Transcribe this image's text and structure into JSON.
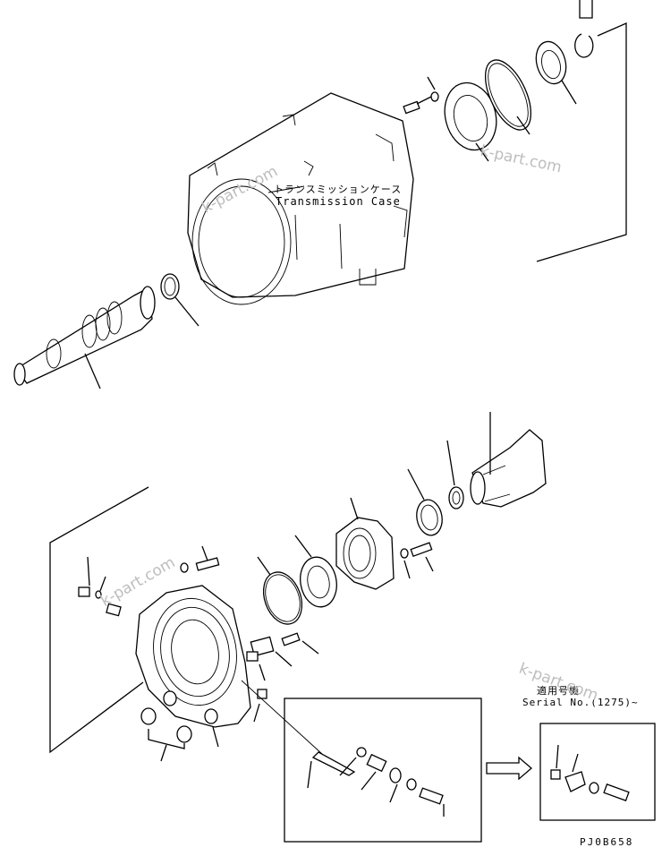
{
  "labels": {
    "transmission_case_jp": "トランスミッションケース",
    "transmission_case_en": "Transmission Case",
    "applicable_jp": "適用号機",
    "serial_no": "Serial No.(1275)~",
    "drawing_code": "PJ0B658"
  },
  "watermarks": [
    "k-part.com",
    "k-part.com",
    "k-part.com",
    "k-part.com"
  ],
  "icons": {
    "arrow": "right-arrow-icon"
  }
}
